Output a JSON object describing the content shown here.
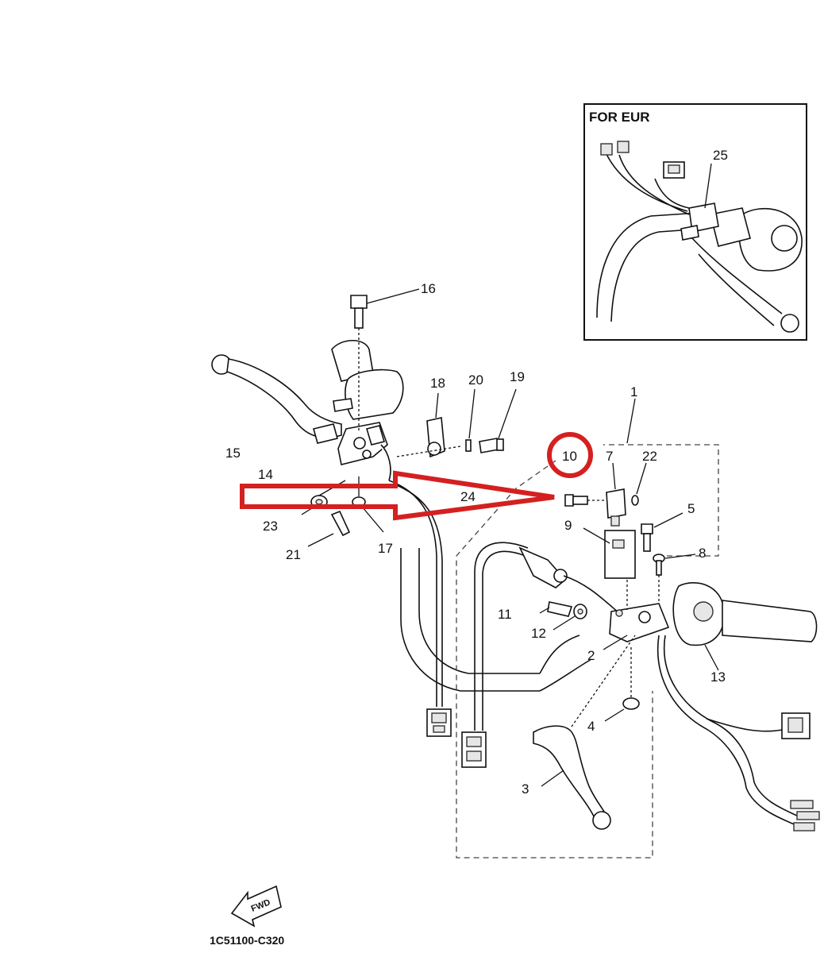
{
  "inset": {
    "title": "FOR EUR",
    "callout": "25"
  },
  "callouts": [
    "1",
    "2",
    "3",
    "4",
    "5",
    "7",
    "8",
    "9",
    "10",
    "11",
    "12",
    "13",
    "14",
    "15",
    "16",
    "17",
    "18",
    "19",
    "20",
    "21",
    "22",
    "23",
    "24"
  ],
  "highlight": {
    "circled_part": "10",
    "circle_color": "#d42020",
    "arrow_color": "#d42020"
  },
  "fwd_marker": {
    "label": "FWD"
  },
  "drawing_code": "1C51100-C320"
}
